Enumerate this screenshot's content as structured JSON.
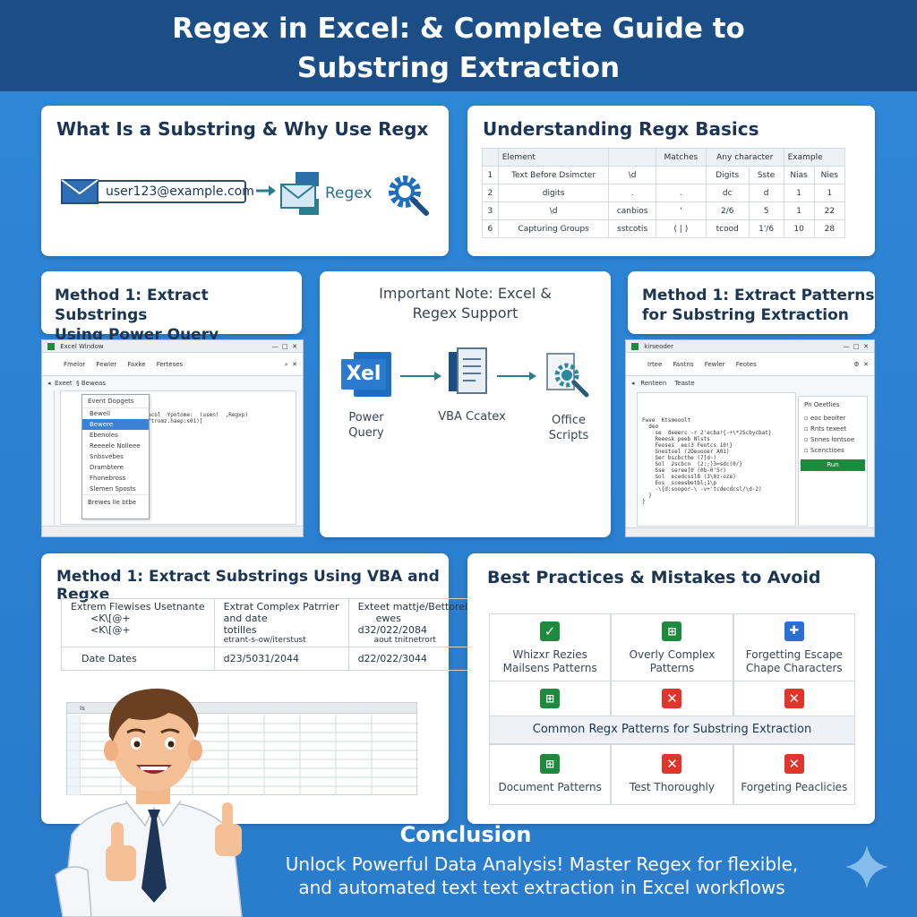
{
  "title": {
    "line1": "Regex in Excel: & Complete Guide to",
    "line2": "Substring Extraction"
  },
  "card1": {
    "title": "What Is a Substring & Why Use Regx",
    "email": "user123@example.com",
    "regex_label": "Regex",
    "icons": [
      "envelope-icon",
      "arrow-right-icon",
      "envelope-regex-icon",
      "gear-search-icon"
    ]
  },
  "card2": {
    "title": "Understanding Regx Basics",
    "table": {
      "headers": [
        "",
        "Element",
        "",
        "Matches",
        "Any character",
        "",
        "Example",
        ""
      ],
      "rows": [
        [
          "1",
          "Text Before Dsimcter",
          "\\d",
          "",
          "Digits",
          "Sste",
          "Nias",
          "Nies"
        ],
        [
          "2",
          "digits",
          ".",
          ".",
          "dc",
          "d",
          "1",
          "1"
        ],
        [
          "3",
          "\\d",
          "canbios",
          "'",
          "2/6",
          "5",
          "1",
          "22"
        ],
        [
          "6",
          "Capturing Groups",
          "sstcotis",
          "( | )",
          "tcood",
          "1'/6",
          "10",
          "28"
        ]
      ]
    }
  },
  "card3": {
    "title_line1": "Method 1: Extract Substrings",
    "title_line2": "Using Power Query",
    "window": {
      "title": "Excel Window",
      "ribbon": [
        "Fmelor",
        "Fewler",
        "Faxke",
        "Ferteses"
      ],
      "formula_tabs": [
        "Exeet",
        "Beweas"
      ],
      "menu_header": "Event Dopgets",
      "menu_items": [
        "Bewell",
        "Bewere",
        "Ebenoles",
        "Reeeele Nolleee",
        "Snbsvebes",
        "Drambtere",
        "Fhonebross",
        "Slemen Sposts"
      ],
      "menu_footer": "Brewes lie btbe",
      "code": "ecol  Ypotome:  (usen!  ,Regxp)\n/tromz.haep:s01)]"
    }
  },
  "card4": {
    "title_line1": "Important Note: Excel &",
    "title_line2": "Regex Support",
    "items": [
      {
        "label_line1": "Power",
        "label_line2": "Query",
        "icon": "excel-icon",
        "icon_text": "Xel"
      },
      {
        "label_line1": "VBA Ccatex",
        "label_line2": "",
        "icon": "vba-document-icon"
      },
      {
        "label_line1": "Office",
        "label_line2": "Scripts",
        "icon": "office-scripts-icon"
      }
    ]
  },
  "card5": {
    "title_line1": "Method 1: Extract Patterns",
    "title_line2": "for Substring Extraction",
    "window": {
      "title": "kirseoder",
      "ribbon": [
        "Irtee",
        "Fantns",
        "Fewler",
        "Feotes"
      ],
      "tabs": [
        "Renteen",
        "Teaste"
      ],
      "panel_title": "Pn Oeetlies",
      "panel_items": [
        "eoc beoiter",
        "Rnts texeet",
        "Snnes lontsoe",
        "Scenctioes"
      ],
      "run_label": "Run",
      "code": "Fwve  Ktsmeoolt\n  deo\n    se  deeerc -r 2'ecba!{-+\\*2Scbycbat}\n    Reeesk peeb Nlsts\n    Feoses  ee(3 Feotcs 10!}\n    Snestsel (2Oeuooer A01)\n    Ser bscbcthe (7]d~)\n    Sol  2scbcn  (2:;)3=sdc(0/}\n    Sse  seree[0 (0b-0'5r)\n    Sol  ecedcssl8 (3\\0z-oze)\n    Eos  sceesbetbl;1\\p\n    -\\{d:soopor-\\ -v+'tcdecdcsl/\\d-2)\n  }\n}"
    }
  },
  "card6": {
    "title": "Method 1: Extract Substrings Using VBA and Regxe",
    "table": {
      "col1": [
        "Extrem Flewises Usetnante",
        "<K\\[@+",
        "<K\\[@+",
        "Date Dates"
      ],
      "col2": [
        "Extrat Complex Patrrier",
        "and date",
        "totilles",
        "etrant-s-ow/iterstust",
        "d23/5031/2044"
      ],
      "col3": [
        "Exteet mattje/Bettorel",
        "ewes",
        "d32/022/2084",
        "aout tnitnetrort",
        "d22/022/3044"
      ]
    },
    "spreadsheet_title": "Is"
  },
  "card7": {
    "title": "Best Practices & Mistakes to Avoid",
    "row1": [
      {
        "line1": "Whizxr Rezies",
        "line2": "Mailsens Patterns",
        "icon": "check-icon"
      },
      {
        "line1": "Overly Complex",
        "line2": "Patterns",
        "icon": "excel-green-icon"
      },
      {
        "line1": "Forgetting Escape",
        "line2": "Chape Characters",
        "icon": "plus-grid-icon"
      }
    ],
    "banner": "Common Regx Patterns for Substring Extraction",
    "row3": [
      {
        "line1": "Document Patterns",
        "icon": "excel-green-icon"
      },
      {
        "line1": "Test Thoroughly",
        "icon": "x-icon"
      },
      {
        "line1": "Forgeting Peaclicies",
        "icon": "x-icon"
      }
    ]
  },
  "conclusion": {
    "title": "Conclusion",
    "line1": "Unlock Powerful Data Analysis! Master Regex for flexible,",
    "line2": "and automated text text extraction in Excel workflows"
  },
  "colors": {
    "background": "#2e86d6",
    "header": "#1b4e86",
    "card": "#ffffff",
    "title_text": "#1b3553",
    "excel_green": "#1e8a3e",
    "error_red": "#e0352b",
    "accent_blue": "#2b6fd1"
  }
}
